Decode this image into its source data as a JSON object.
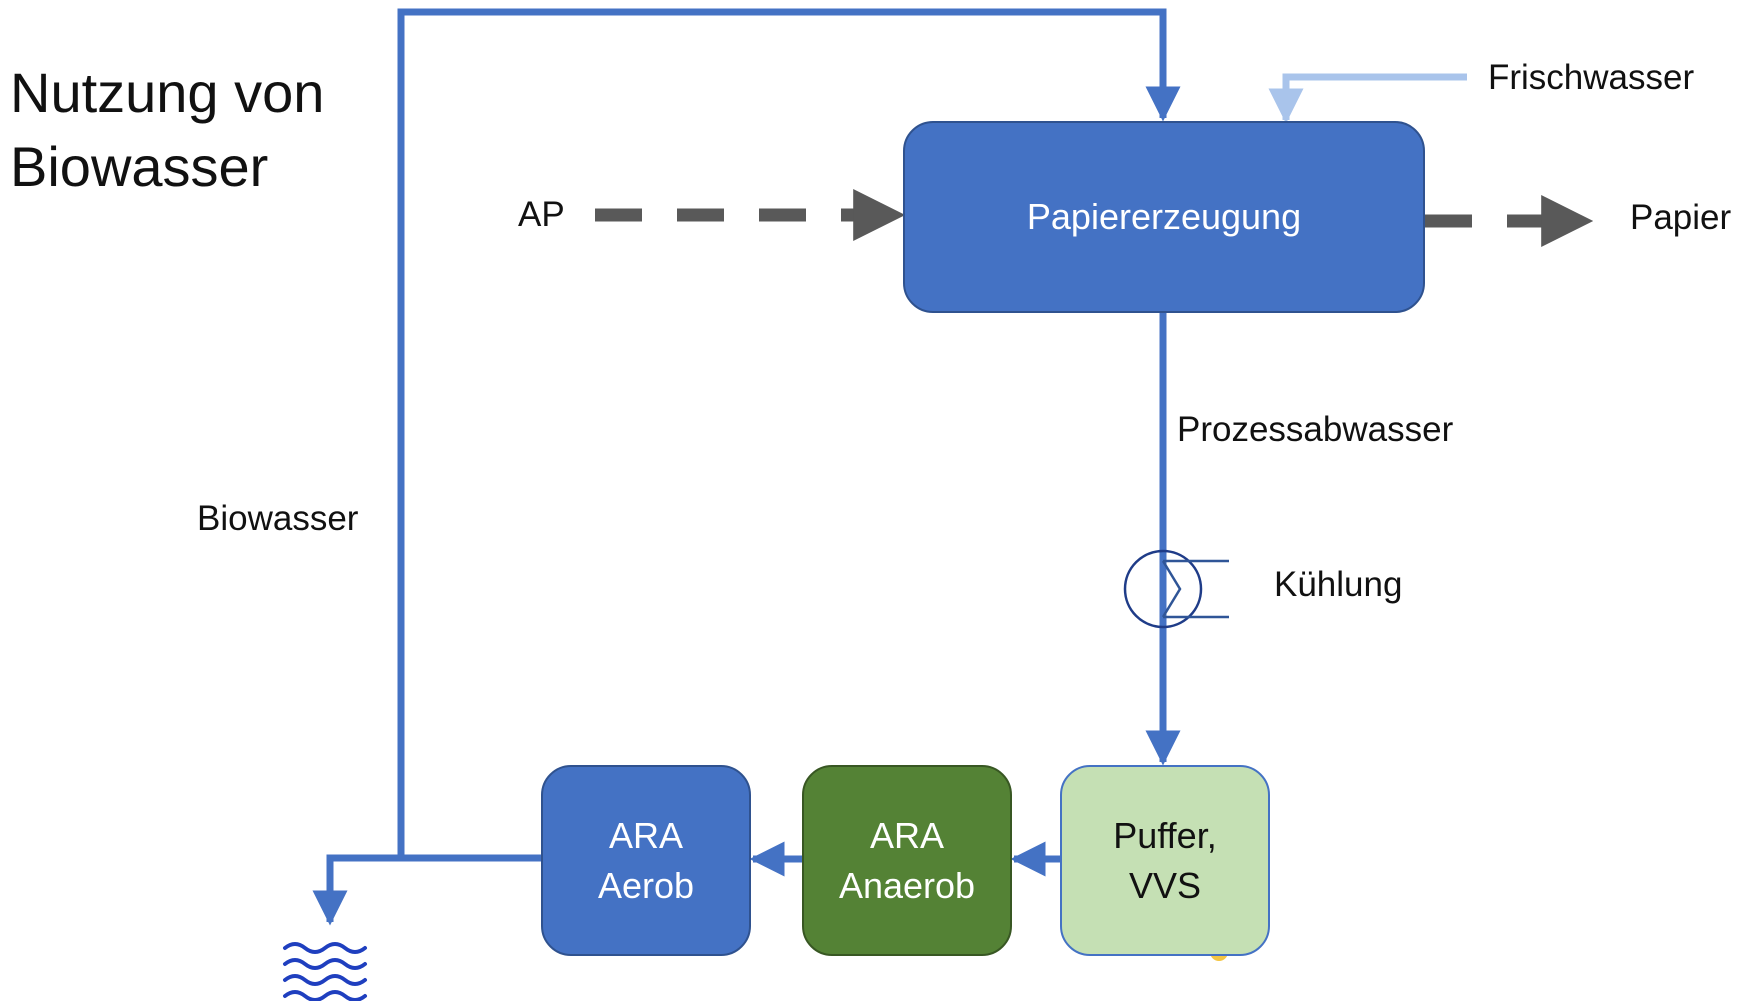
{
  "title": {
    "line1": "Nutzung von",
    "line2": "Biowasser"
  },
  "nodes": {
    "papiererzeugung": "Papiererzeugung",
    "ara_aerob": [
      "ARA",
      "Aerob"
    ],
    "ara_anaerob": [
      "ARA",
      "Anaerob"
    ],
    "puffer_vvs": [
      "Puffer,",
      "VVS"
    ]
  },
  "labels": {
    "frischwasser": "Frischwasser",
    "ap": "AP",
    "papier": "Papier",
    "prozessabwasser": "Prozessabwasser",
    "kuehlung": "Kühlung",
    "biowasser": "Biowasser"
  },
  "colors": {
    "water_flow": "#4472c4",
    "fresh_water": "#a9c4eb",
    "material_flow": "#595959",
    "anaerob_fill": "#548235",
    "puffer_fill": "#c5e0b4",
    "discharge_waves": "#1f3fbf"
  },
  "icons": {
    "heat_exchanger": "heat-exchanger-icon",
    "discharge": "water-waves-icon"
  }
}
